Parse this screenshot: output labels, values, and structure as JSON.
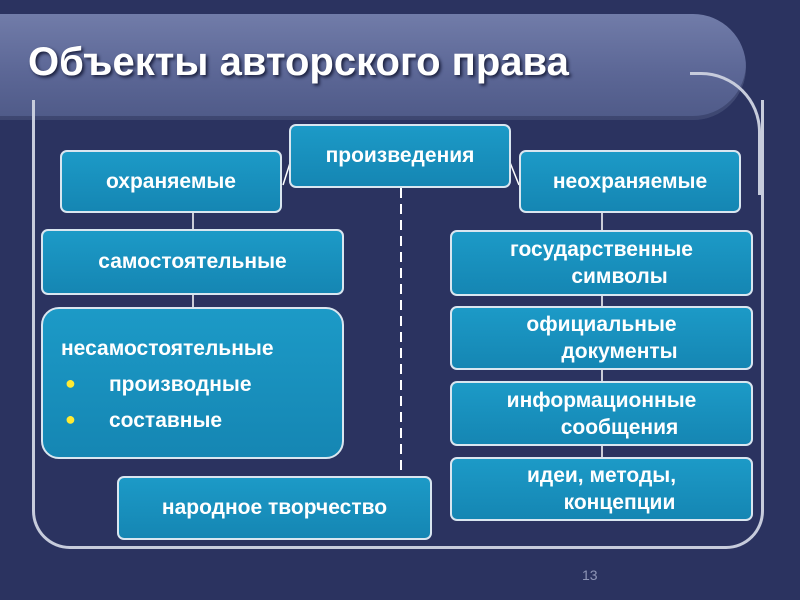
{
  "title": "Объекты авторского права",
  "center": "произведения",
  "left": {
    "heading": "охраняемые",
    "independent": "самостоятельные",
    "dependent": {
      "label": "несамостоятельные",
      "items": [
        "производные",
        "составные"
      ]
    },
    "folk": "народное творчество"
  },
  "right": {
    "heading": "неохраняемые",
    "items": [
      {
        "line1": "государственные",
        "line2": "символы"
      },
      {
        "line1": "официальные",
        "line2": "документы"
      },
      {
        "line1": "информационные",
        "line2": "сообщения"
      },
      {
        "line1": "идеи, методы,",
        "line2": "концепции"
      }
    ]
  },
  "page_number": "13",
  "colors": {
    "background": "#2b3360",
    "title_bar": "#5c6796",
    "box_fill": "#1891be",
    "bullet": "#ffea33"
  }
}
